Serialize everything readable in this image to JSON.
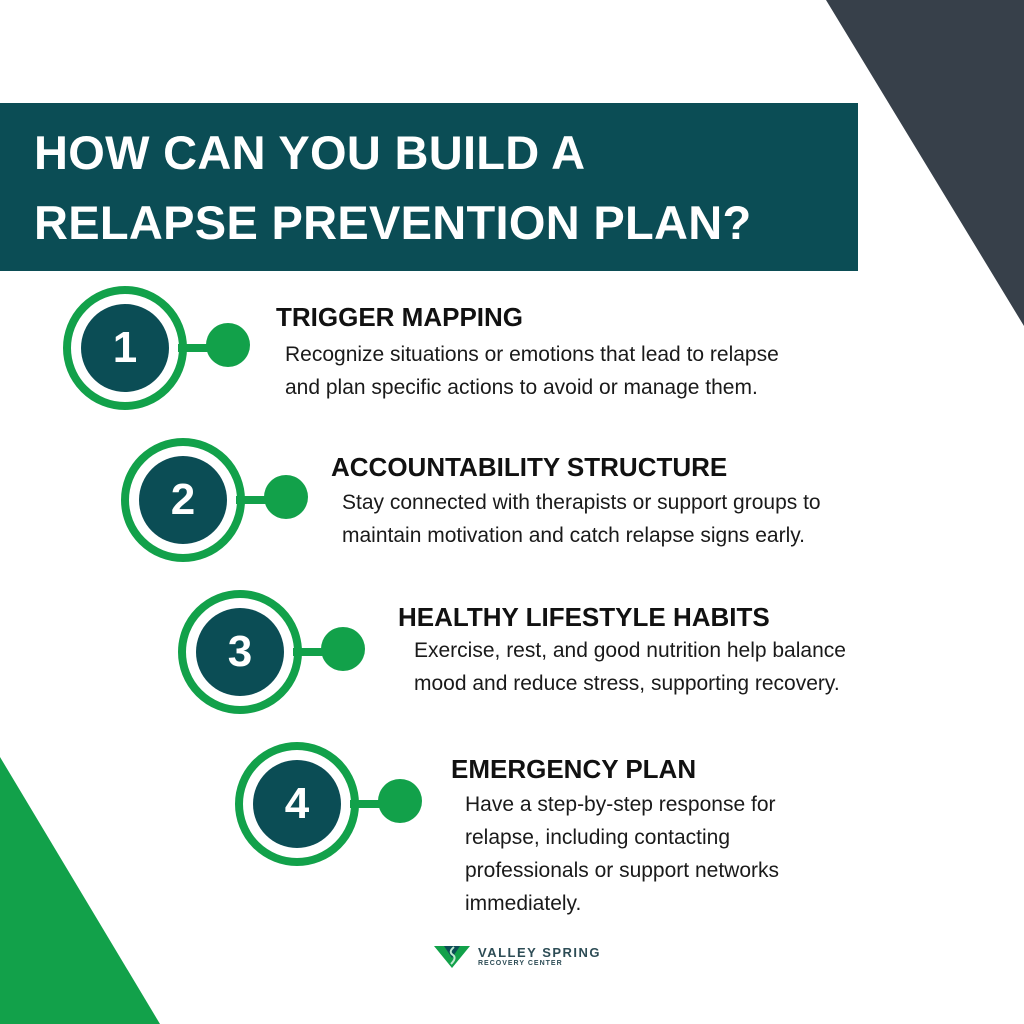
{
  "header": {
    "line1": "HOW CAN YOU BUILD A",
    "line2": "RELAPSE PREVENTION PLAN?"
  },
  "colors": {
    "teal": "#0b4d55",
    "green": "#12a14a",
    "slate": "#37404a"
  },
  "steps": [
    {
      "number": "1",
      "title": "TRIGGER MAPPING",
      "lines": [
        "Recognize situations or emotions that lead to relapse",
        "and plan specific actions to avoid or manage them."
      ]
    },
    {
      "number": "2",
      "title": "ACCOUNTABILITY STRUCTURE",
      "lines": [
        "Stay connected with therapists or support groups to",
        "maintain motivation and catch relapse signs early."
      ]
    },
    {
      "number": "3",
      "title": "HEALTHY LIFESTYLE HABITS",
      "lines": [
        "Exercise, rest, and good nutrition help balance",
        "mood and reduce stress, supporting recovery."
      ]
    },
    {
      "number": "4",
      "title": "EMERGENCY PLAN",
      "lines": [
        "Have a step-by-step response for",
        "relapse, including contacting",
        "professionals or support networks",
        "immediately."
      ]
    }
  ],
  "logo": {
    "name": "VALLEY SPRING",
    "tagline": "RECOVERY CENTER"
  }
}
